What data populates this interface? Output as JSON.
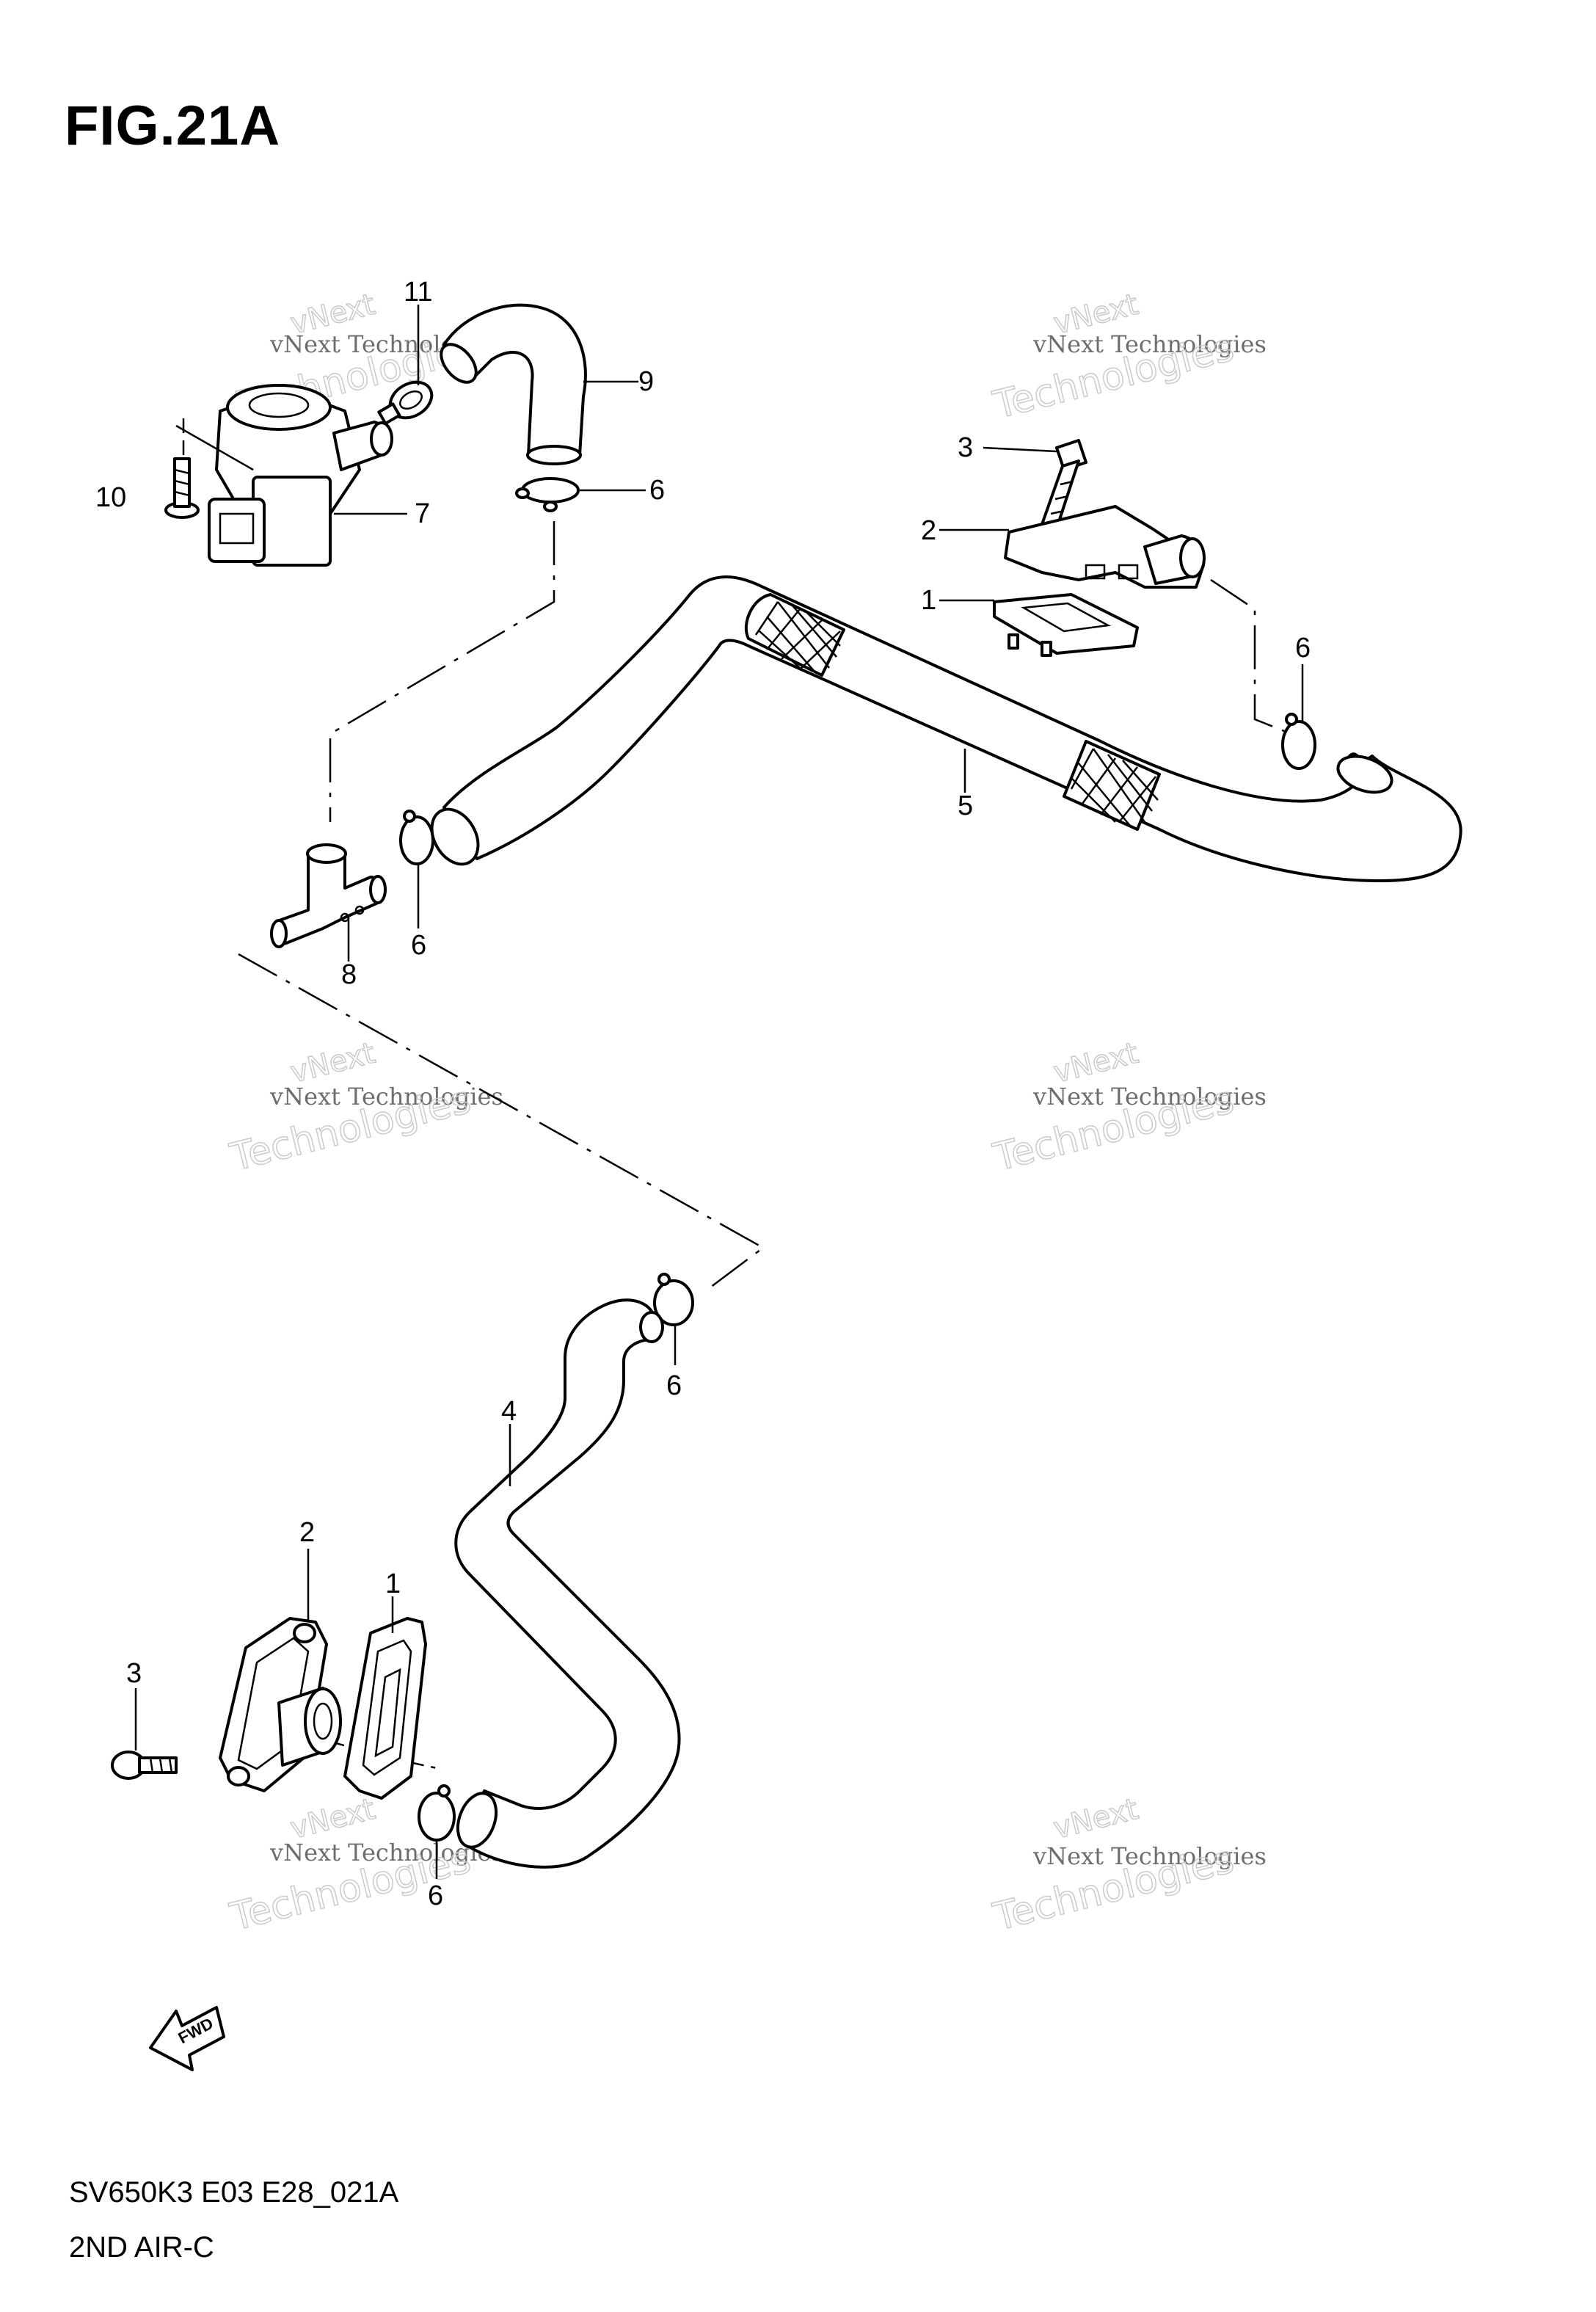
{
  "figure": {
    "title": "FIG.21A",
    "code": "SV650K3 E03 E28_021A",
    "name": "2ND AIR-C",
    "fwd_label": "FWD"
  },
  "callouts": [
    {
      "id": "c11",
      "label": "11"
    },
    {
      "id": "c9",
      "label": "9"
    },
    {
      "id": "c10",
      "label": "10"
    },
    {
      "id": "c7",
      "label": "7"
    },
    {
      "id": "c6a",
      "label": "6"
    },
    {
      "id": "c3a",
      "label": "3"
    },
    {
      "id": "c2a",
      "label": "2"
    },
    {
      "id": "c1a",
      "label": "1"
    },
    {
      "id": "c6b",
      "label": "6"
    },
    {
      "id": "c5",
      "label": "5"
    },
    {
      "id": "c8",
      "label": "8"
    },
    {
      "id": "c6c",
      "label": "6"
    },
    {
      "id": "c6d",
      "label": "6"
    },
    {
      "id": "c4",
      "label": "4"
    },
    {
      "id": "c2b",
      "label": "2"
    },
    {
      "id": "c1b",
      "label": "1"
    },
    {
      "id": "c3b",
      "label": "3"
    },
    {
      "id": "c6e",
      "label": "6"
    }
  ],
  "watermark": {
    "line1": "vNext Technologies",
    "line2": "Technologies",
    "line3": "vNext"
  }
}
